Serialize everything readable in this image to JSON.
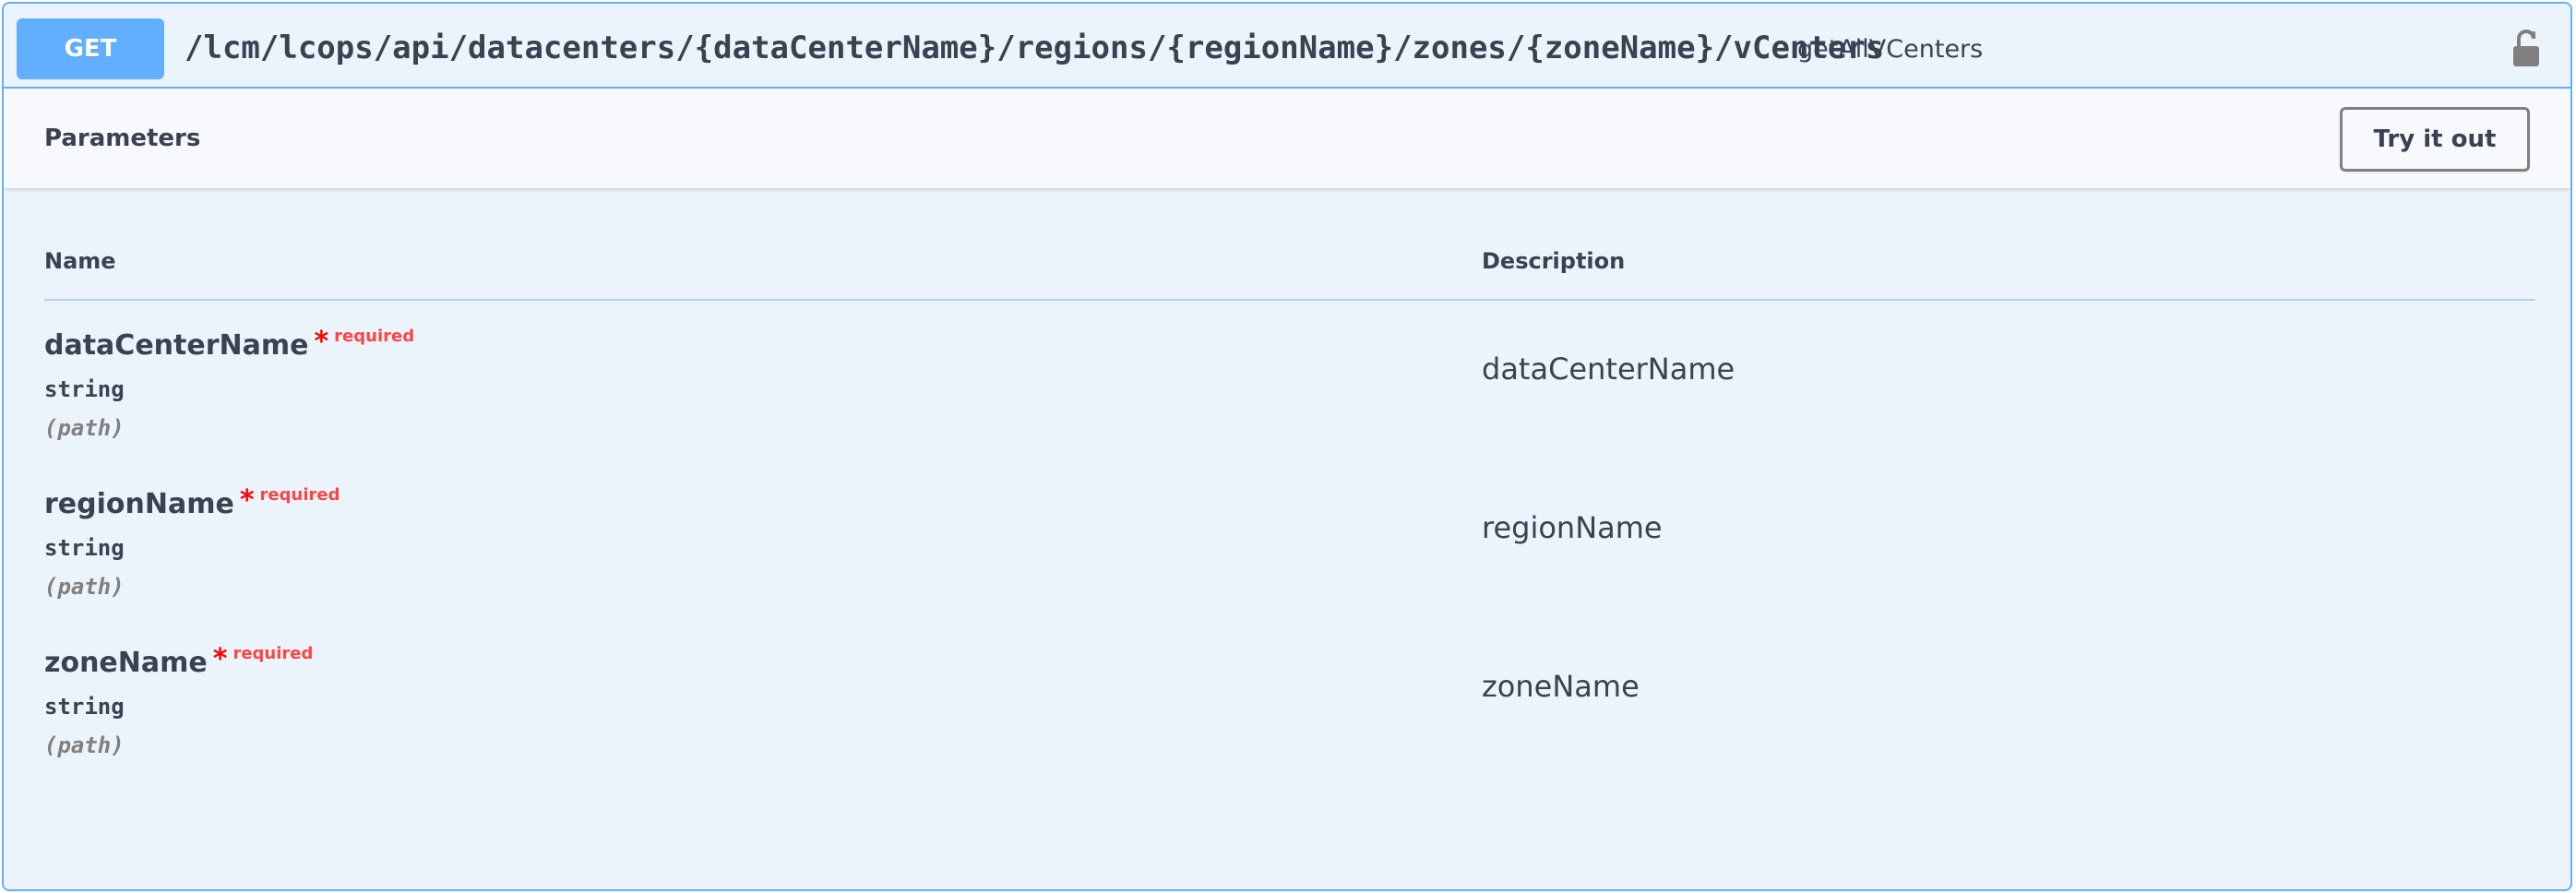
{
  "operation": {
    "method": "GET",
    "path": "/lcm/lcops/api/datacenters/{dataCenterName}/regions/{regionName}/zones/{zoneName}/vCenters",
    "operation_id": "getAllVCenters",
    "lock_icon": "unlocked-padlock-icon"
  },
  "parameters_section": {
    "title": "Parameters",
    "try_it_out_label": "Try it out"
  },
  "table": {
    "headers": {
      "name": "Name",
      "description": "Description"
    },
    "rows": [
      {
        "name": "dataCenterName",
        "required_marker": "*",
        "required_label": "required",
        "type": "string",
        "location": "(path)",
        "description": "dataCenterName"
      },
      {
        "name": "regionName",
        "required_marker": "*",
        "required_label": "required",
        "type": "string",
        "location": "(path)",
        "description": "regionName"
      },
      {
        "name": "zoneName",
        "required_marker": "*",
        "required_label": "required",
        "type": "string",
        "location": "(path)",
        "description": "zoneName"
      }
    ]
  },
  "colors": {
    "get_accent": "#61affe",
    "background": "#ebf3fb",
    "text": "#3b4151",
    "required": "#ff0000"
  }
}
